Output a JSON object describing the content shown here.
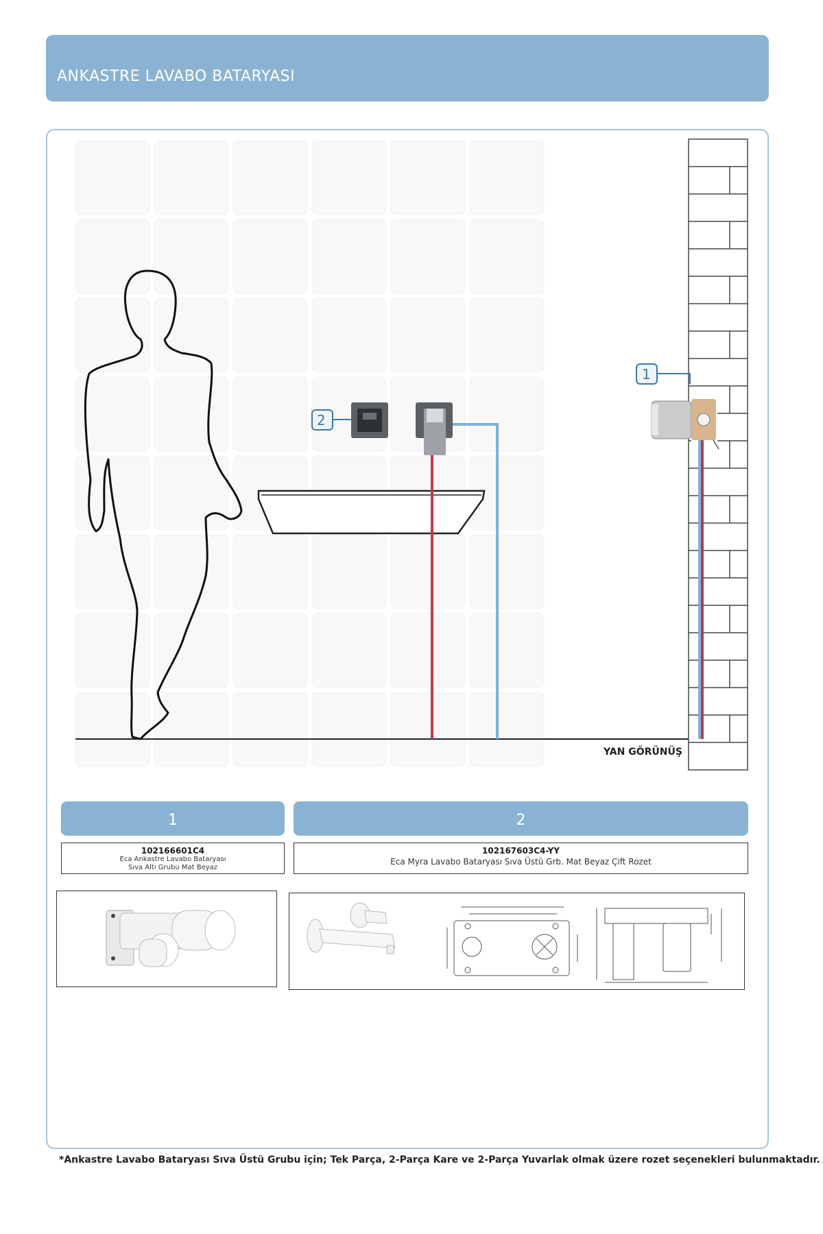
{
  "header": {
    "title": "ANKASTRE LAVABO BATARYASI"
  },
  "scene": {
    "callout_1": "1",
    "callout_2": "2",
    "view_label": "YAN GÖRÜNÜŞ"
  },
  "products": [
    {
      "number": "1",
      "code": "102166601C4",
      "description_line1": "Eca Ankastre Lavabo Bataryası",
      "description_line2": "Sıva Altı Grubu Mat Beyaz"
    },
    {
      "number": "2",
      "code": "102167603C4-YY",
      "description": "Eca Myra Lavabo Bataryası Sıva Üstü Grb. Mat Beyaz Çift Rozet"
    }
  ],
  "footnote": "*Ankastre Lavabo Bataryası Sıva Üstü Grubu için;  Tek Parça, 2-Parça Kare ve 2-Parça Yuvarlak olmak üzere rozet seçenekleri bulunmaktadır.",
  "colors": {
    "header_blue": "#8ab3d3",
    "hot_pipe": "#c0394a",
    "cold_pipe": "#7fb1d6",
    "callout": "#3d78a6"
  }
}
